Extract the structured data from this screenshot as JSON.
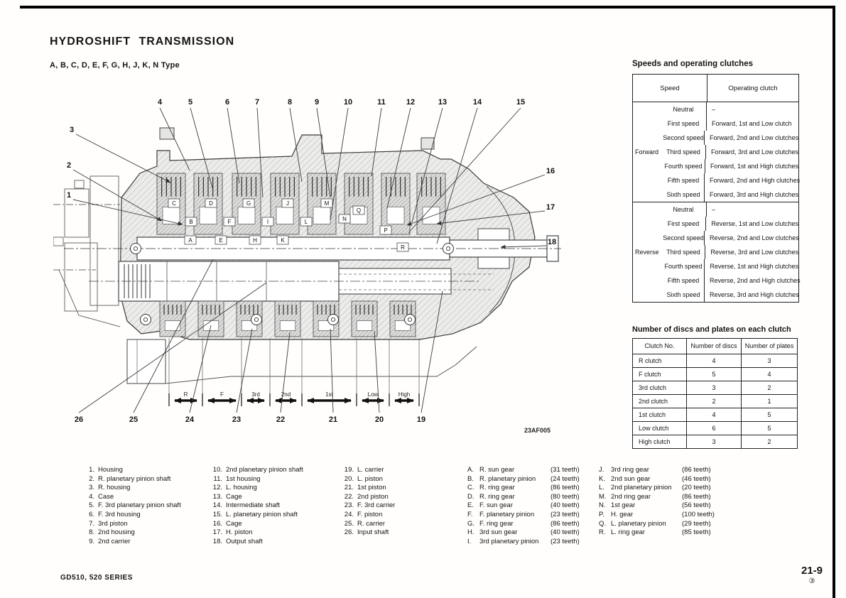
{
  "page": {
    "title": "HYDROSHIFT TRANSMISSION",
    "subtitle": "A, B, C, D, E, F, G, H, J, K, N Type",
    "footer_left": "GD510, 520 SERIES",
    "page_number": "21-9",
    "page_number_sub": "③"
  },
  "speeds_table": {
    "title": "Speeds and operating clutches",
    "col_headers": [
      "Speed",
      "Operating clutch"
    ],
    "groups": [
      {
        "direction": "Forward",
        "rows": [
          {
            "speed": "Neutral",
            "clutch": "–"
          },
          {
            "speed": "First speed",
            "clutch": "Forward, 1st and Low clutch"
          },
          {
            "speed": "Second speed",
            "clutch": "Forward, 2nd and Low clutches"
          },
          {
            "speed": "Third speed",
            "clutch": "Forward, 3rd and Low clutches"
          },
          {
            "speed": "Fourth speed",
            "clutch": "Forward, 1st and High clutches"
          },
          {
            "speed": "Fifth speed",
            "clutch": "Forward, 2nd and High clutches"
          },
          {
            "speed": "Sixth speed",
            "clutch": "Forward, 3rd and High clutches"
          }
        ]
      },
      {
        "direction": "Reverse",
        "rows": [
          {
            "speed": "Neutral",
            "clutch": "–"
          },
          {
            "speed": "First speed",
            "clutch": "Reverse, 1st and Low clutches"
          },
          {
            "speed": "Second speed",
            "clutch": "Reverse, 2nd and Low clutches"
          },
          {
            "speed": "Third speed",
            "clutch": "Reverse, 3rd and Low clutches"
          },
          {
            "speed": "Fourth speed",
            "clutch": "Reverse, 1st and High clutches"
          },
          {
            "speed": "Fifth speed",
            "clutch": "Reverse, 2nd and High clutches"
          },
          {
            "speed": "Sixth speed",
            "clutch": "Reverse, 3rd and High clutches"
          }
        ]
      }
    ]
  },
  "clutch_table": {
    "title": "Number of discs and plates on each clutch",
    "col_headers": [
      "Clutch No.",
      "Number of discs",
      "Number of plates"
    ],
    "rows": [
      {
        "clutch": "R clutch",
        "discs": "4",
        "plates": "3"
      },
      {
        "clutch": "F clutch",
        "discs": "5",
        "plates": "4"
      },
      {
        "clutch": "3rd clutch",
        "discs": "3",
        "plates": "2"
      },
      {
        "clutch": "2nd clutch",
        "discs": "2",
        "plates": "1"
      },
      {
        "clutch": "1st clutch",
        "discs": "4",
        "plates": "5"
      },
      {
        "clutch": "Low clutch",
        "discs": "6",
        "plates": "5"
      },
      {
        "clutch": "High clutch",
        "discs": "3",
        "plates": "2"
      }
    ]
  },
  "parts_list": {
    "columns": [
      [
        {
          "num": "1.",
          "label": "Housing"
        },
        {
          "num": "2.",
          "label": "R. planetary pinion shaft"
        },
        {
          "num": "3.",
          "label": "R. housing"
        },
        {
          "num": "4.",
          "label": "Case"
        },
        {
          "num": "5.",
          "label": "F. 3rd planetary pinion shaft"
        },
        {
          "num": "6.",
          "label": "F. 3rd housing"
        },
        {
          "num": "7.",
          "label": "3rd piston"
        },
        {
          "num": "8.",
          "label": "2nd housing"
        },
        {
          "num": "9.",
          "label": "2nd carrier"
        }
      ],
      [
        {
          "num": "10.",
          "label": "2nd planetary pinion shaft"
        },
        {
          "num": "11.",
          "label": "1st housing"
        },
        {
          "num": "12.",
          "label": "L. housing"
        },
        {
          "num": "13.",
          "label": "Cage"
        },
        {
          "num": "14.",
          "label": "Intermediate shaft"
        },
        {
          "num": "15.",
          "label": "L. planetary pinion shaft"
        },
        {
          "num": "16.",
          "label": "Cage"
        },
        {
          "num": "17.",
          "label": "H. piston"
        },
        {
          "num": "18.",
          "label": "Output shaft"
        }
      ],
      [
        {
          "num": "19.",
          "label": "L. carrier"
        },
        {
          "num": "20.",
          "label": "L. piston"
        },
        {
          "num": "21.",
          "label": "1st piston"
        },
        {
          "num": "22.",
          "label": "2nd piston"
        },
        {
          "num": "23.",
          "label": "F. 3rd carrier"
        },
        {
          "num": "24.",
          "label": "F. piston"
        },
        {
          "num": "25.",
          "label": "R. carrier"
        },
        {
          "num": "26.",
          "label": "Input shaft"
        }
      ]
    ]
  },
  "gear_list": {
    "columns": [
      [
        {
          "key": "A.",
          "label": "R. sun gear",
          "teeth": "(31 teeth)"
        },
        {
          "key": "B.",
          "label": "R. planetary pinion",
          "teeth": "(24 teeth)"
        },
        {
          "key": "C.",
          "label": "R. ring gear",
          "teeth": "(86 teeth)"
        },
        {
          "key": "D.",
          "label": "R. ring gear",
          "teeth": "(80 teeth)"
        },
        {
          "key": "E.",
          "label": "F. sun gear",
          "teeth": "(40 teeth)"
        },
        {
          "key": "F.",
          "label": "F. planetary pinion",
          "teeth": "(23 teeth)"
        },
        {
          "key": "G.",
          "label": "F. ring gear",
          "teeth": "(86 teeth)"
        },
        {
          "key": "H.",
          "label": "3rd sun gear",
          "teeth": "(40 teeth)"
        },
        {
          "key": "I.",
          "label": "3rd planetary pinion",
          "teeth": "(23 teeth)"
        }
      ],
      [
        {
          "key": "J.",
          "label": "3rd ring gear",
          "teeth": "(86 teeth)"
        },
        {
          "key": "K.",
          "label": "2nd sun gear",
          "teeth": "(46 teeth)"
        },
        {
          "key": "L.",
          "label": "2nd planetary pinion",
          "teeth": "(20 teeth)"
        },
        {
          "key": "M.",
          "label": "2nd ring gear",
          "teeth": "(86 teeth)"
        },
        {
          "key": "N.",
          "label": "1st gear",
          "teeth": "(56 teeth)"
        },
        {
          "key": "P.",
          "label": "H. gear",
          "teeth": "(100 teeth)"
        },
        {
          "key": "Q.",
          "label": "L. planetary pinion",
          "teeth": "(29 teeth)"
        },
        {
          "key": "R.",
          "label": "L. ring gear",
          "teeth": "(85 teeth)"
        }
      ]
    ]
  },
  "diagram": {
    "figure_code": "23AF005",
    "callouts_top": [
      "4",
      "5",
      "6",
      "7",
      "8",
      "9",
      "10",
      "11",
      "12",
      "13",
      "14",
      "15"
    ],
    "callouts_left": [
      "3",
      "2",
      "1"
    ],
    "callouts_right": [
      "16",
      "17",
      "18"
    ],
    "callouts_bottom": [
      "26",
      "25",
      "24",
      "23",
      "22",
      "21",
      "20",
      "19"
    ],
    "range_labels": [
      "R",
      "F",
      "3rd",
      "2nd",
      "1st",
      "Low",
      "High"
    ],
    "letter_labels": [
      "A",
      "B",
      "C",
      "D",
      "E",
      "F",
      "G",
      "H",
      "I",
      "J",
      "K",
      "L",
      "M",
      "N",
      "P",
      "Q",
      "R"
    ]
  }
}
